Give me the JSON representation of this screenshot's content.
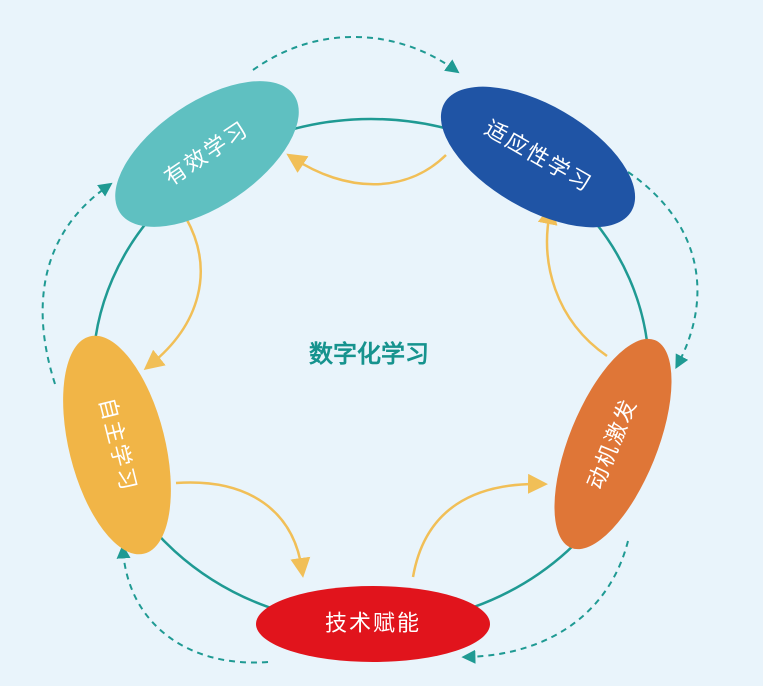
{
  "diagram": {
    "center_label": "数字化学习",
    "colors": {
      "background": "#e9f4fb",
      "ring": "#1f9a93",
      "dashed_arrow": "#1f9a93",
      "inner_arrow": "#f1bf57",
      "center_text": "#16938e"
    },
    "nodes": [
      {
        "id": "effective",
        "label": "有效学习",
        "color": "#5fc0c1"
      },
      {
        "id": "adaptive",
        "label": "适应性学习",
        "color": "#1f54a5"
      },
      {
        "id": "motivation",
        "label": "动机激发",
        "color": "#df7637"
      },
      {
        "id": "tech",
        "label": "技术赋能",
        "color": "#e1141c"
      },
      {
        "id": "self",
        "label": "自主学习",
        "color": "#f1b547"
      }
    ]
  }
}
